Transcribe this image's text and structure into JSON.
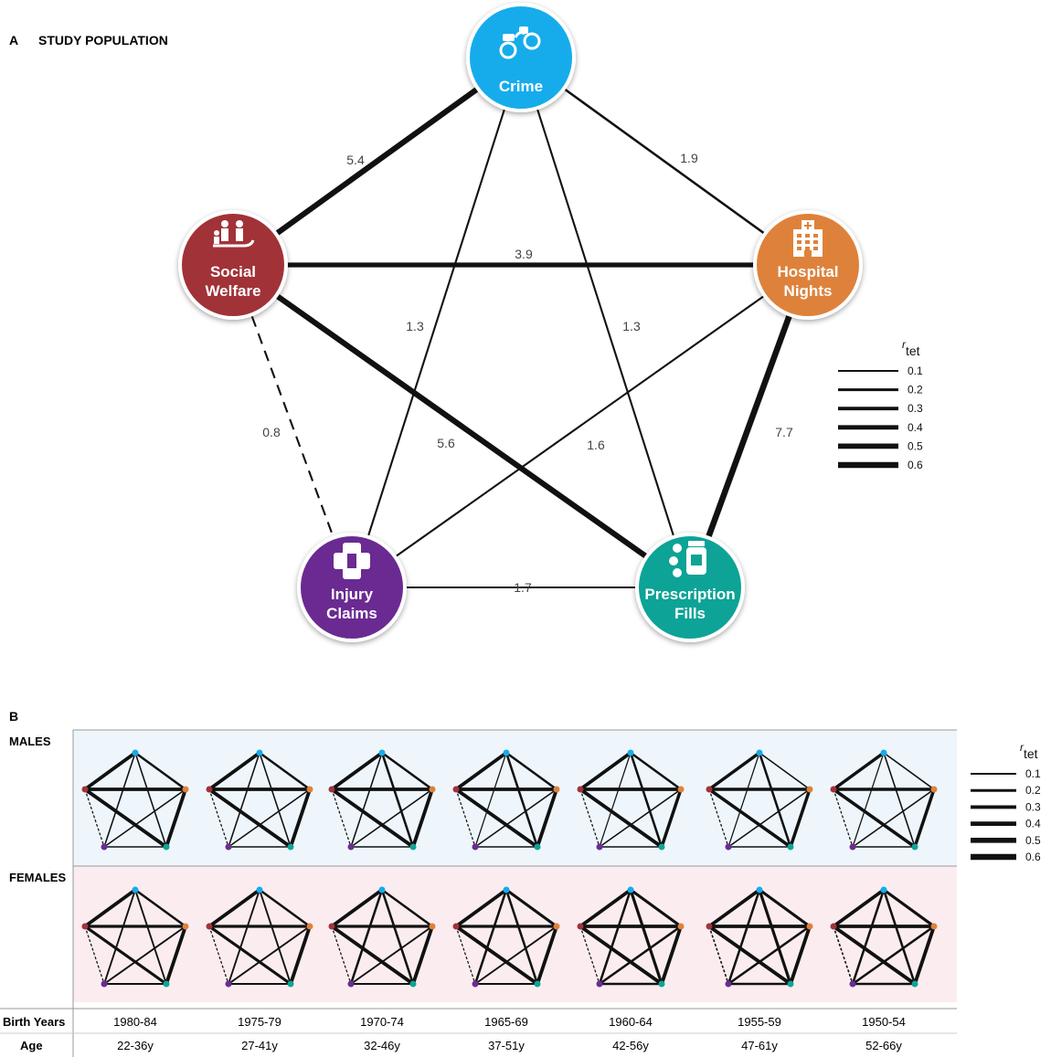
{
  "panel_a": {
    "letter": "A",
    "title": "STUDY POPULATION",
    "nodes": [
      {
        "id": "crime",
        "lines": [
          "Crime"
        ],
        "color": "#15ACEB",
        "icon": "handcuffs-icon"
      },
      {
        "id": "hospital",
        "lines": [
          "Hospital",
          "Nights"
        ],
        "color": "#DE823A",
        "icon": "hospital-icon"
      },
      {
        "id": "prescription",
        "lines": [
          "Prescription",
          "Fills"
        ],
        "color": "#0FA396",
        "icon": "pill-bottle-icon"
      },
      {
        "id": "injury",
        "lines": [
          "Injury",
          "Claims"
        ],
        "color": "#6B2C91",
        "icon": "bandage-icon"
      },
      {
        "id": "social",
        "lines": [
          "Social",
          "Welfare"
        ],
        "color": "#A13339",
        "icon": "family-hand-icon"
      }
    ],
    "edges": [
      {
        "from": "social",
        "to": "crime",
        "label": "5.4",
        "r": 0.55,
        "dashed": false
      },
      {
        "from": "crime",
        "to": "hospital",
        "label": "1.9",
        "r": 0.15,
        "dashed": false
      },
      {
        "from": "social",
        "to": "hospital",
        "label": "3.9",
        "r": 0.45,
        "dashed": false
      },
      {
        "from": "crime",
        "to": "injury",
        "label": "1.3",
        "r": 0.1,
        "dashed": false
      },
      {
        "from": "crime",
        "to": "prescription",
        "label": "1.3",
        "r": 0.1,
        "dashed": false
      },
      {
        "from": "social",
        "to": "injury",
        "label": "0.8",
        "r": 0.1,
        "dashed": true
      },
      {
        "from": "social",
        "to": "prescription",
        "label": "5.6",
        "r": 0.55,
        "dashed": false
      },
      {
        "from": "hospital",
        "to": "injury",
        "label": "1.6",
        "r": 0.1,
        "dashed": false
      },
      {
        "from": "hospital",
        "to": "prescription",
        "label": "7.7",
        "r": 0.6,
        "dashed": false
      },
      {
        "from": "injury",
        "to": "prescription",
        "label": "1.7",
        "r": 0.1,
        "dashed": false
      }
    ]
  },
  "legend": {
    "title_main": "r",
    "title_sub": "tet",
    "items": [
      {
        "label": "0.1",
        "r": 0.1
      },
      {
        "label": "0.2",
        "r": 0.2
      },
      {
        "label": "0.3",
        "r": 0.3
      },
      {
        "label": "0.4",
        "r": 0.4
      },
      {
        "label": "0.5",
        "r": 0.5
      },
      {
        "label": "0.6",
        "r": 0.6
      }
    ]
  },
  "panel_b": {
    "letter": "B",
    "rows": [
      {
        "id": "males",
        "label": "MALES",
        "bg": "#EEF6FC"
      },
      {
        "id": "females",
        "label": "FEMALES",
        "bg": "#FBEDEF"
      }
    ],
    "birth_years_label": "Birth Years",
    "age_label": "Age",
    "cohorts": [
      {
        "birth": "1980-84",
        "age": "22-36y"
      },
      {
        "birth": "1975-79",
        "age": "27-41y"
      },
      {
        "birth": "1970-74",
        "age": "32-46y"
      },
      {
        "birth": "1965-69",
        "age": "37-51y"
      },
      {
        "birth": "1960-64",
        "age": "42-56y"
      },
      {
        "birth": "1955-59",
        "age": "47-61y"
      },
      {
        "birth": "1950-54",
        "age": "52-66y"
      }
    ],
    "edge_order": [
      "social-crime",
      "crime-hospital",
      "social-hospital",
      "crime-injury",
      "crime-prescription",
      "social-injury",
      "social-prescription",
      "hospital-injury",
      "hospital-prescription",
      "injury-prescription"
    ],
    "males_r": [
      [
        0.5,
        0.3,
        0.5,
        0.15,
        0.15,
        0.1,
        0.5,
        0.15,
        0.5,
        0.15
      ],
      [
        0.5,
        0.3,
        0.5,
        0.15,
        0.15,
        0.1,
        0.5,
        0.15,
        0.5,
        0.15
      ],
      [
        0.5,
        0.3,
        0.5,
        0.15,
        0.3,
        0.1,
        0.5,
        0.15,
        0.5,
        0.15
      ],
      [
        0.5,
        0.3,
        0.5,
        0.1,
        0.3,
        0.1,
        0.5,
        0.15,
        0.5,
        0.15
      ],
      [
        0.5,
        0.3,
        0.5,
        0.1,
        0.3,
        0.1,
        0.5,
        0.15,
        0.45,
        0.15
      ],
      [
        0.45,
        0.15,
        0.45,
        0.1,
        0.3,
        0.1,
        0.45,
        0.15,
        0.45,
        0.15
      ],
      [
        0.45,
        0.15,
        0.45,
        0.1,
        0.15,
        0.1,
        0.45,
        0.15,
        0.45,
        0.15
      ]
    ],
    "females_r": [
      [
        0.5,
        0.3,
        0.4,
        0.2,
        0.2,
        0.1,
        0.4,
        0.2,
        0.5,
        0.2
      ],
      [
        0.5,
        0.3,
        0.4,
        0.2,
        0.2,
        0.1,
        0.4,
        0.2,
        0.5,
        0.2
      ],
      [
        0.5,
        0.3,
        0.4,
        0.3,
        0.3,
        0.1,
        0.5,
        0.2,
        0.5,
        0.2
      ],
      [
        0.5,
        0.4,
        0.4,
        0.3,
        0.3,
        0.1,
        0.5,
        0.2,
        0.5,
        0.2
      ],
      [
        0.5,
        0.4,
        0.5,
        0.3,
        0.4,
        0.1,
        0.5,
        0.3,
        0.5,
        0.3
      ],
      [
        0.5,
        0.4,
        0.5,
        0.3,
        0.4,
        0.15,
        0.5,
        0.3,
        0.5,
        0.3
      ],
      [
        0.5,
        0.4,
        0.5,
        0.3,
        0.3,
        0.15,
        0.5,
        0.3,
        0.5,
        0.3
      ]
    ]
  }
}
